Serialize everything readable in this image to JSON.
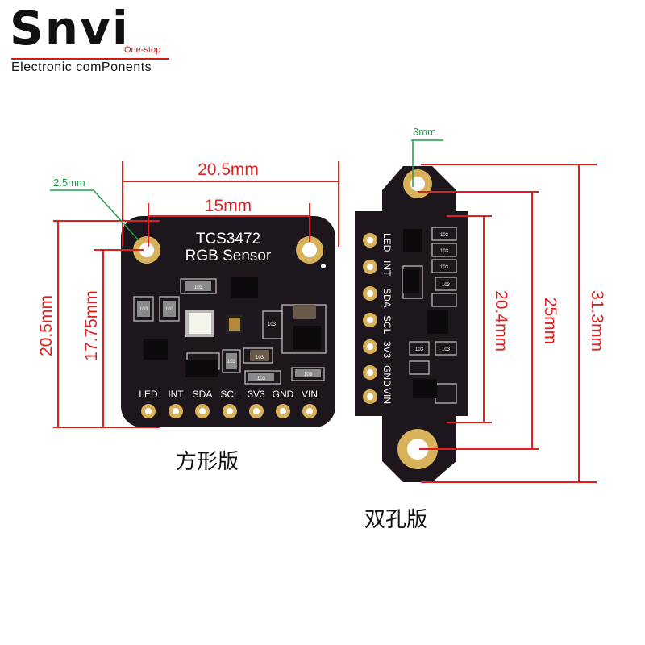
{
  "brand": {
    "name": "Snvi",
    "tag": "One-stop",
    "tagline": "Electronic comPonents"
  },
  "colors": {
    "dimension_line": "#e02020",
    "hole_callout": "#1e9e4a",
    "board": "#1d161c",
    "gold_pad": "#d8b25a",
    "silkscreen": "#ffffff",
    "brand_red": "#d11a1a"
  },
  "square_board": {
    "caption": "方形版",
    "title_line1": "TCS3472",
    "title_line2": "RGB Sensor",
    "pins": [
      "LED",
      "INT",
      "SDA",
      "SCL",
      "3V3",
      "GND",
      "VIN"
    ],
    "resistor_labels": [
      "103",
      "103",
      "103",
      "103",
      "103",
      "103",
      "103",
      "103"
    ],
    "dims": {
      "width": "20.5mm",
      "hole_spacing": "15mm",
      "hole_offset": "2.5mm",
      "height": "20.5mm",
      "hole_to_pins": "17.75mm"
    }
  },
  "double_hole_board": {
    "caption": "双孔版",
    "pins": [
      "LED",
      "INT",
      "SDA",
      "SCL",
      "3V3",
      "GND",
      "VIN"
    ],
    "resistor_labels": [
      "103",
      "103",
      "103",
      "103",
      "103",
      "103"
    ],
    "dims": {
      "hole_offset": "3mm",
      "pin_span": "20.4mm",
      "hole_spacing": "25mm",
      "total_length": "31.3mm"
    }
  }
}
